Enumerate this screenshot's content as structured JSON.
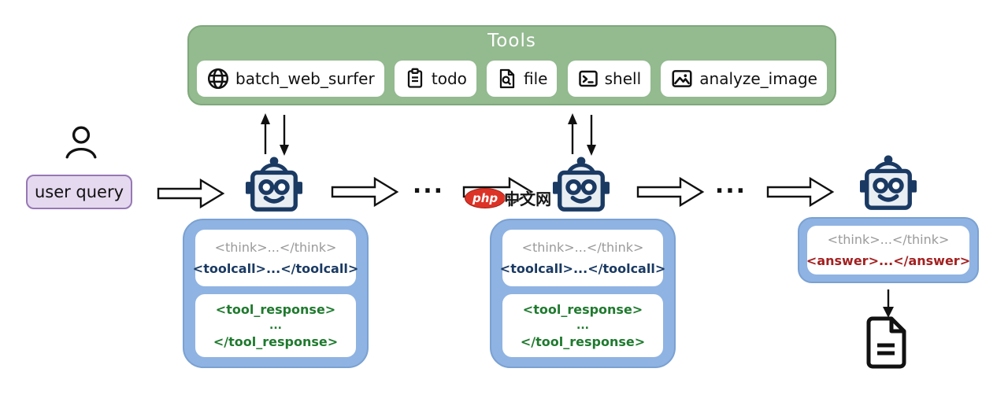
{
  "tools_panel": {
    "title": "Tools",
    "items": [
      {
        "id": "batch_web_surfer",
        "label": "batch_web_surfer",
        "icon": "globe-icon"
      },
      {
        "id": "todo",
        "label": "todo",
        "icon": "clipboard-icon"
      },
      {
        "id": "file",
        "label": "file",
        "icon": "file-search-icon"
      },
      {
        "id": "shell",
        "label": "shell",
        "icon": "terminal-icon"
      },
      {
        "id": "analyze_image",
        "label": "analyze_image",
        "icon": "image-icon"
      }
    ]
  },
  "user_query": {
    "label": "user query"
  },
  "agent_blocks": {
    "think": "<think>...</think>",
    "toolcall": "<toolcall>...</toolcall>",
    "tool_response_open": "<tool_response>",
    "tool_response_mid": "...",
    "tool_response_close": "</tool_response>",
    "answer": "<answer>...</answer>"
  },
  "flow": {
    "ellipsis": "..."
  },
  "watermark": {
    "badge": "php",
    "text": "中文网"
  },
  "colors": {
    "tools_green": "#94BA90",
    "agent_blue": "#8FB3E2",
    "user_purple": "#E5D9F0",
    "user_purple_border": "#9678B4",
    "robot_navy": "#1A3A63",
    "think_gray": "#9A9A9A",
    "toolcall_navy": "#1A3A63",
    "response_green": "#1F7A2E",
    "answer_red": "#A32020"
  }
}
